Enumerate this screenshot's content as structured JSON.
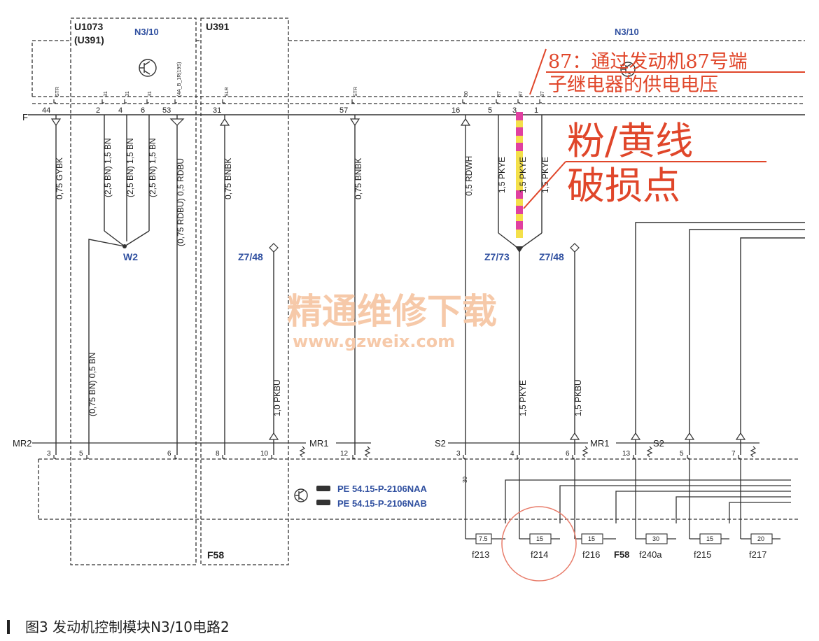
{
  "modules": {
    "u1073": "U1073",
    "u391_paren": "(U391)",
    "n310_left": "N3/10",
    "u391": "U391",
    "n310_right": "N3/10",
    "f58_bottom": "F58",
    "f58_mid": "F58"
  },
  "rail_label": "F",
  "pins_top": [
    "44",
    "2",
    "4",
    "6",
    "53",
    "31",
    "57",
    "16",
    "5",
    "3",
    "1"
  ],
  "pin_tags_top": [
    "STR",
    "31",
    "31",
    "31",
    "(4A_B_1R(19S)",
    "SLR",
    "STR",
    "30",
    "87",
    "87",
    "87"
  ],
  "wires": {
    "w44": "0,75 GYBK",
    "w2": "(2,5 BN) 1,5 BN",
    "w4": "(2,5 BN) 1,5 BN",
    "w6": "(2,5 BN) 1,5 BN",
    "w53": "(0,75 RDBU) 0,5 RDBU",
    "w31": "0,75 BNBK",
    "w57": "0,75 BNBK",
    "w16": "0,5 RDWH",
    "w5": "1,5 PKYE",
    "w3": "1,5 PKYE",
    "w1": "1,5 PKYE",
    "w5_lower": "(0,75 BN) 0,5 BN",
    "pkbu1": "1,0 PKBU",
    "pkye_low": "1,5 PKYE",
    "pkbu2": "1,5 PKBU"
  },
  "splices": {
    "w2": "W2",
    "z748a": "Z7/48",
    "z773": "Z7/73",
    "z748b": "Z7/48"
  },
  "connectors": {
    "mr2": "MR2",
    "mr1a": "MR1",
    "s2a": "S2",
    "mr1b": "MR1",
    "s2b": "S2"
  },
  "pins_bottom": [
    "3",
    "5",
    "6",
    "8",
    "10",
    "12",
    "3",
    "4",
    "6",
    "13",
    "5",
    "7"
  ],
  "pin_30": "30",
  "pe_refs": [
    "PE 54.15-P-2106NAA",
    "PE 54.15-P-2106NAB"
  ],
  "fuses": [
    {
      "rating": "7.5",
      "name": "f213"
    },
    {
      "rating": "15",
      "name": "f214"
    },
    {
      "rating": "15",
      "name": "f216"
    },
    {
      "rating": "30",
      "name": "f240a"
    },
    {
      "rating": "15",
      "name": "f215"
    },
    {
      "rating": "20",
      "name": "f217"
    }
  ],
  "annotations": {
    "pin87_line1": "87：通过发动机87号端",
    "pin87_line2": "子继电器的供电电压",
    "damage_line1": "粉/黄线",
    "damage_line2": "破损点"
  },
  "watermark": {
    "line1": "精通维修下载",
    "line2": "www.gzweix.com"
  },
  "caption": "图3  发动机控制模块N3/10电路2",
  "colors": {
    "annotation_red": "#e0462a",
    "label_blue": "#3050a0",
    "watermark_orange": "#f6c9a9",
    "damage_pink": "#e040a0",
    "damage_yellow": "#f4e04a",
    "highlight_circle": "#e87c6a"
  }
}
